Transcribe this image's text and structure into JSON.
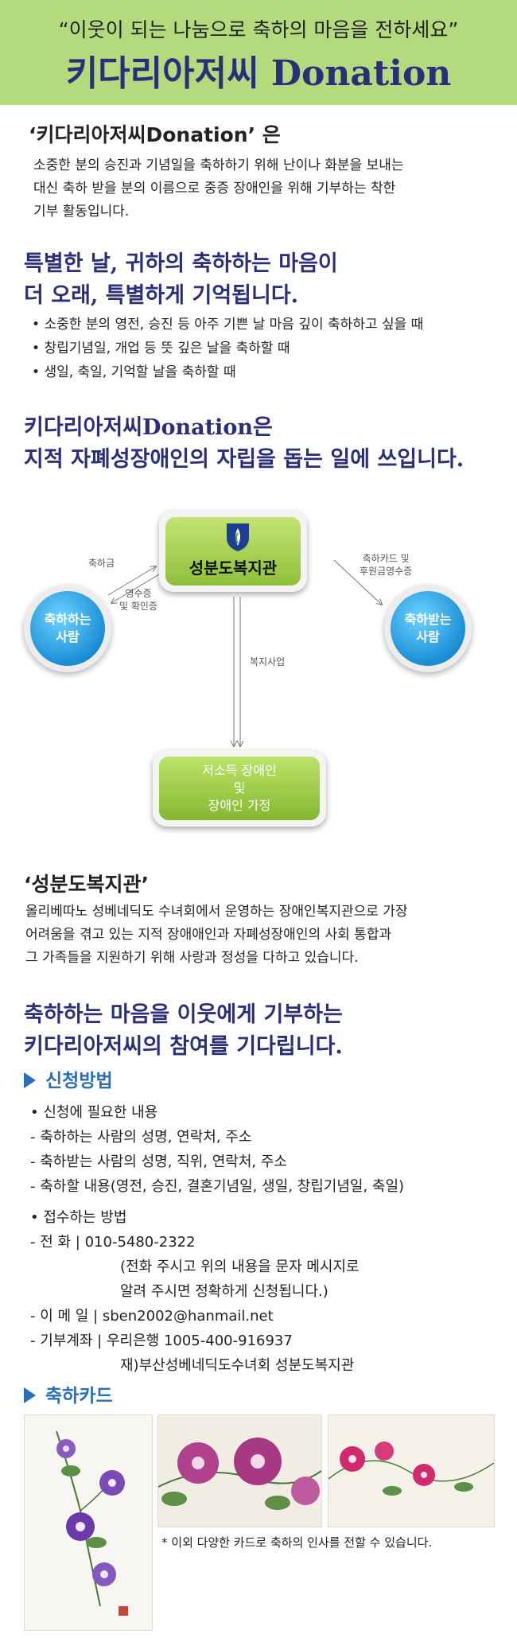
{
  "header": {
    "slogan": "“이웃이 되는 나눔으로 축하의 마음을 전하세요”",
    "title": "키다리아저씨 Donation"
  },
  "intro": {
    "heading": "‘키다리아저씨Donation’ 은",
    "lines": [
      "소중한 분의 승진과 기념일을 축하하기 위해 난이나 화분을 보내는",
      "대신 축하 받을 분의 이름으로 중증 장애인을 위해 기부하는 착한",
      "기부 활동입니다."
    ]
  },
  "special": {
    "heading_line1": "특별한 날, 귀하의 축하하는 마음이",
    "heading_line2": "더 오래, 특별하게 기억됩니다.",
    "bullets": [
      "소중한 분의 영전, 승진 등 아주 기쁜 날 마음 깊이 축하하고 싶을 때",
      "창립기념일, 개업 등 뜻 깊은 날을 축하할 때",
      "생일, 축일, 기억할 날을 축하할 때"
    ]
  },
  "purpose": {
    "heading_line1": "키다리아저씨Donation은",
    "heading_line2": "지적 자폐성장애인의 자립을 돕는 일에 쓰입니다."
  },
  "diagram": {
    "center": "성분도복지관",
    "left_circle": [
      "축하하는",
      "사람"
    ],
    "right_circle": [
      "축하받는",
      "사람"
    ],
    "bottom": [
      "저소득 장애인",
      "및",
      "장애인 가정"
    ],
    "label_donation": "축하금",
    "label_receipt": [
      "영수증",
      "및 확인증"
    ],
    "label_card": [
      "축하카드 및",
      "후원금영수증"
    ],
    "label_welfare": "복지사업"
  },
  "org": {
    "heading": "‘성분도복지관’",
    "lines": [
      "올리베따노 성베네딕도 수녀회에서 운영하는 장애인복지관으로 가장",
      "어려움을 겪고 있는 지적 장애애인과 자폐성장애인의 사회 통합과",
      "그 가족들을 지원하기 위해 사랑과 정성을 다하고 있습니다."
    ]
  },
  "invite": {
    "line1": "축하하는 마음을 이웃에게 기부하는",
    "line2": "키다리아저씨의 참여를 기다립니다."
  },
  "apply": {
    "title": "신청방법",
    "required_title": "• 신청에 필요한 내용",
    "required": [
      "- 축하하는 사람의 성명, 연락처, 주소",
      "- 축하받는 사람의 성명, 직위, 연락처, 주소",
      "- 축하할 내용(영전, 승진, 결혼기념일, 생일, 창립기념일, 축일)"
    ],
    "method_title": "• 접수하는 방법",
    "phone_label": "- 전      화 |",
    "phone": "010-5480-2322",
    "phone_note1": "(전화 주시고 위의 내용을 문자 메시지로",
    "phone_note2": "알려 주시면 정확하게 신청됩니다.)",
    "email_label": "- 이 메 일 |",
    "email": "sben2002@hanmail.net",
    "account_label": "- 기부계좌 |",
    "account": "우리은행 1005-400-916937",
    "account_holder": "재)부산성베네딕도수녀회 성분도복지관"
  },
  "cards": {
    "title": "축하카드",
    "note": "* 이외 다양한 카드로 축하의 인사를 전할 수 있습니다."
  },
  "colors": {
    "header_bg": "#b3da7d",
    "navy": "#2b2f7a",
    "blue": "#2b6fb8",
    "green": "#8fbf3a"
  }
}
